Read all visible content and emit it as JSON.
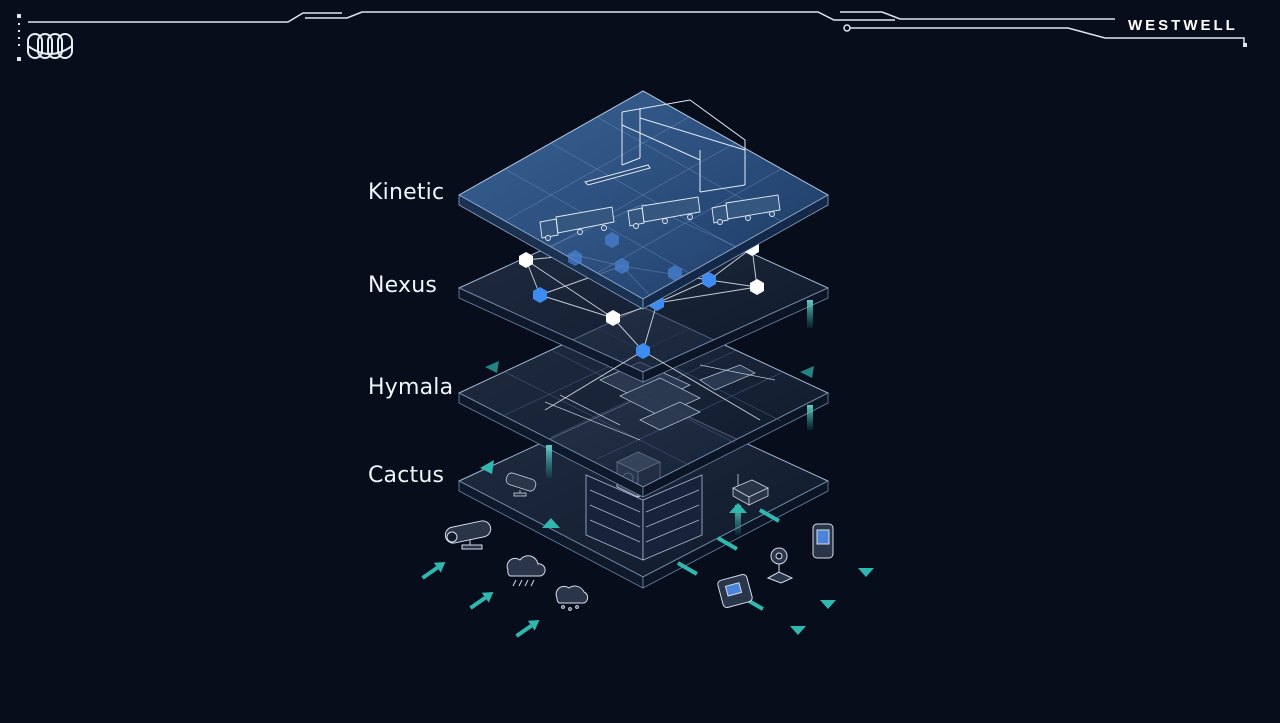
{
  "brand": {
    "name": "WESTWELL",
    "logo_icon": "westwell-w-logo-icon"
  },
  "layers": [
    {
      "id": "kinetic",
      "label": "Kinetic"
    },
    {
      "id": "nexus",
      "label": "Nexus"
    },
    {
      "id": "hymala",
      "label": "Hymala"
    },
    {
      "id": "cactus",
      "label": "Cactus"
    }
  ],
  "colors": {
    "background": "#070d1b",
    "frame_line": "#dfe6f0",
    "node_blue": "#3f8cf0",
    "node_white": "#ffffff",
    "arrow_teal": "#2fb7b0",
    "plane_top": "#3e6ea8",
    "plane_edge": "#9fb6d4"
  }
}
